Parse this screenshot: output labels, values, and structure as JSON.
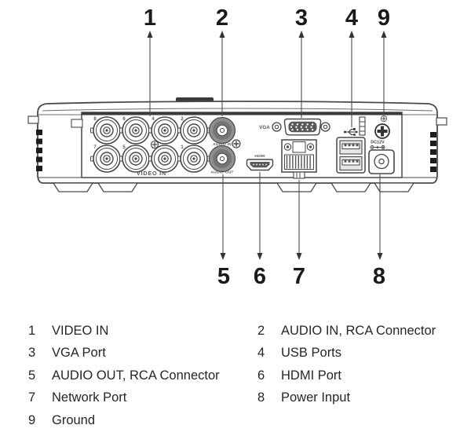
{
  "colors": {
    "background": "#ffffff",
    "diagram_line": "#4a4a4a",
    "dark_fill": "#3a3a3a",
    "text": "#262626"
  },
  "callouts": {
    "top": [
      {
        "num": "1"
      },
      {
        "num": "2"
      },
      {
        "num": "3"
      },
      {
        "num": "4"
      },
      {
        "num": "9"
      }
    ],
    "bottom": [
      {
        "num": "5"
      },
      {
        "num": "6"
      },
      {
        "num": "7"
      },
      {
        "num": "8"
      }
    ]
  },
  "panel": {
    "video_in_label": "VIDEO IN",
    "audio_in_label": "AUDIO IN",
    "audio_out_label": "AUDIO OUT",
    "vga_label": "VGA",
    "hdmi_label": "HDMI",
    "dc_label": "DC12V",
    "bnc_top_numbers": [
      "8",
      "6",
      "4",
      "2"
    ],
    "bnc_bottom_numbers": [
      "7",
      "5",
      "3",
      "1"
    ]
  },
  "legend": {
    "items": [
      {
        "num": "1",
        "label": "VIDEO IN"
      },
      {
        "num": "2",
        "label": "AUDIO IN, RCA Connector"
      },
      {
        "num": "3",
        "label": "VGA Port"
      },
      {
        "num": "4",
        "label": "USB Ports"
      },
      {
        "num": "5",
        "label": "AUDIO OUT, RCA Connector"
      },
      {
        "num": "6",
        "label": "HDMI Port"
      },
      {
        "num": "7",
        "label": "Network Port"
      },
      {
        "num": "8",
        "label": "Power Input"
      },
      {
        "num": "9",
        "label": "Ground"
      }
    ]
  }
}
